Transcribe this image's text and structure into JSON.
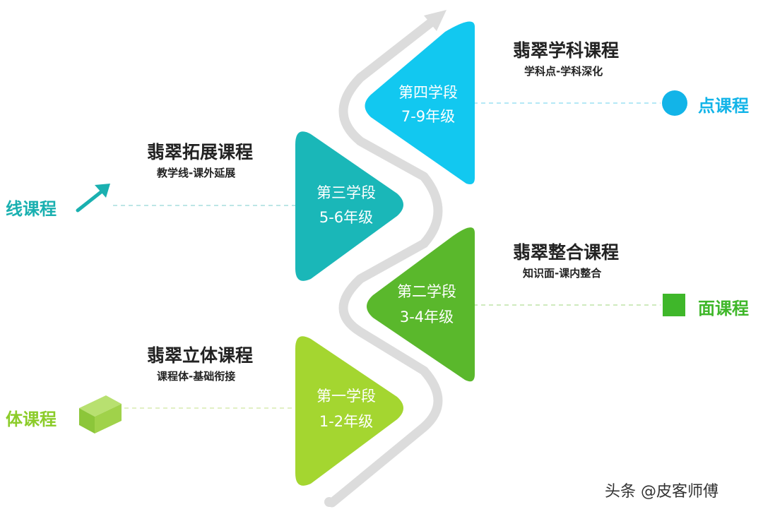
{
  "stages": [
    {
      "id": "stage-4",
      "name": "第四学段",
      "grades": "7-9年级",
      "color": "#12c8f0"
    },
    {
      "id": "stage-3",
      "name": "第三学段",
      "grades": "5-6年级",
      "color": "#1ab7b8"
    },
    {
      "id": "stage-2",
      "name": "第二学段",
      "grades": "3-4年级",
      "color": "#5ab82c"
    },
    {
      "id": "stage-1",
      "name": "第一学段",
      "grades": "1-2年级",
      "color": "#a4d630"
    }
  ],
  "courses": {
    "subject": {
      "title": "翡翠学科课程",
      "subtitle": "学科点-学科深化"
    },
    "extension": {
      "title": "翡翠拓展课程",
      "subtitle": "教学线-课外延展"
    },
    "integration": {
      "title": "翡翠整合课程",
      "subtitle": "知识面-课内整合"
    },
    "stereo": {
      "title": "翡翠立体课程",
      "subtitle": "课程体-基础衔接"
    }
  },
  "side_labels": {
    "point": {
      "text": "点课程",
      "color": "#12b4e8"
    },
    "line": {
      "text": "线课程",
      "color": "#1ab0b0"
    },
    "surface": {
      "text": "面课程",
      "color": "#3fb72a"
    },
    "body": {
      "text": "体课程",
      "color": "#8ccc2a"
    }
  },
  "watermark": "头条 @皮客师傅"
}
